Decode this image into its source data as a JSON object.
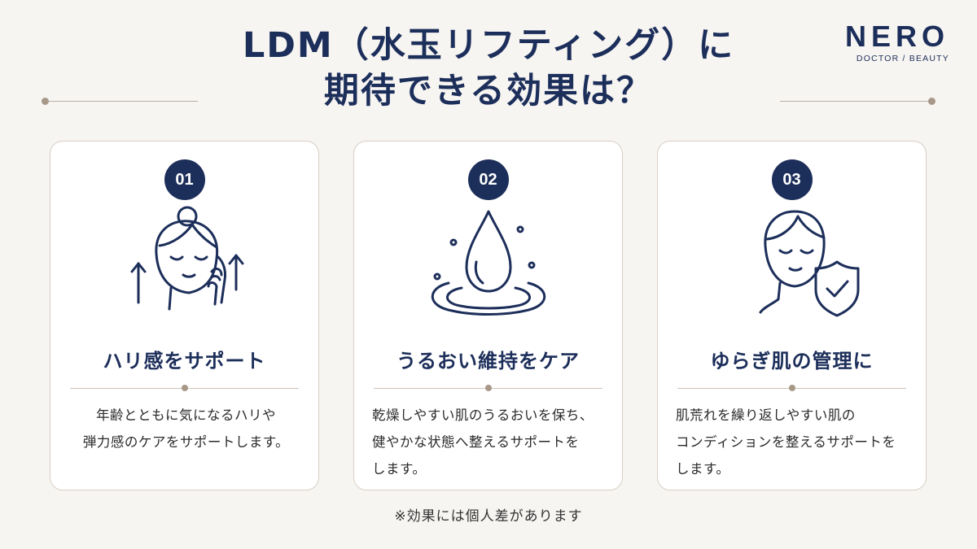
{
  "title": {
    "line1": "LDM（水玉リフティング）に",
    "line2": "期待できる効果は？"
  },
  "brand": {
    "name": "NERO",
    "sub": "DOCTOR / BEAUTY"
  },
  "colors": {
    "navy": "#1c2e5a",
    "accent_beige": "#a89888",
    "background": "#f7f5f2"
  },
  "cards": [
    {
      "number": "01",
      "icon": "face-lift-icon",
      "heading": "ハリ感をサポート",
      "text": [
        "年齢とともに気になるハリや",
        "弾力感のケアをサポートします。"
      ]
    },
    {
      "number": "02",
      "icon": "water-drop-icon",
      "heading": "うるおい維持をケア",
      "text": [
        "乾燥しやすい肌のうるおいを保ち、",
        "健やかな状態へ整えるサポートを",
        "します。"
      ]
    },
    {
      "number": "03",
      "icon": "face-shield-icon",
      "heading": "ゆらぎ肌の管理に",
      "text": [
        "肌荒れを繰り返しやすい肌の",
        "コンディションを整えるサポートを",
        "します。"
      ]
    }
  ],
  "footnote": "※効果には個人差があります"
}
